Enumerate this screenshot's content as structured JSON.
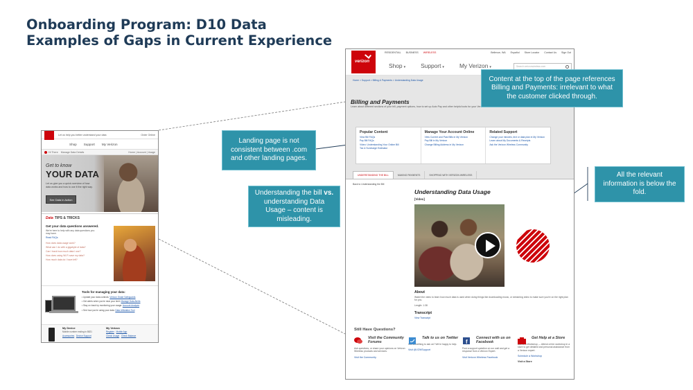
{
  "slide": {
    "title_line1": "Onboarding Program: D10 Data",
    "title_line2": "Examples of Gaps in Current Experience"
  },
  "callouts": {
    "top": "Content at the top of the page references Billing and Payments: irrelevant to what the customer clicked through.",
    "landing": "Landing page is not consistent between .com and other landing pages.",
    "bill_part1": "Understanding the bill ",
    "bill_vs": "vs.",
    "bill_part2": " understanding Data Usage – content is misleading.",
    "fold": "All the relevant information is below the fold."
  },
  "mini_page": {
    "top_text": "Let us help you better understand your data",
    "top_right": "Order Online",
    "nav": [
      "Shop",
      "Support",
      "My Verizon"
    ],
    "crumb_left": "Hi There",
    "crumb_sub": "Manage Data Details",
    "crumb_right": "Home | Account | Usage",
    "hero_kicker": "Get to know",
    "hero_title": "YOUR DATA",
    "hero_text": "Let us give you a quick overview of how data works and how to use it the right way.",
    "hero_button": "See Data in Action",
    "tips_italic": "Data",
    "tips_label": "TIPS & TRICKS",
    "q_heading": "Get your data questions answered.",
    "q_text": "We're here to help with any data questions you may have.",
    "q_link": "Read FAQs",
    "faqs": [
      "How does data usage work?",
      "What can I do with a gigabyte of data?",
      "Can I track how much data I use?",
      "How does using Wi-Fi save my data?",
      "How much data do I have left?"
    ],
    "tools_heading": "Tools for managing your data:",
    "tools": [
      {
        "text": "Update your data controls: ",
        "link": "Verizon Smart Safeguards"
      },
      {
        "text": "Get alerts when you're near your limit: ",
        "link": "Manage Data Alerts"
      },
      {
        "text": "Stay on track by monitoring your usage: ",
        "link": "Account Analysis"
      },
      {
        "text": "See how you're using your data: ",
        "link": "Data Utilization Tool"
      }
    ],
    "device_heading": "My Device",
    "device_text": "Mobile number ending in 8821",
    "device_links": [
      "Accessories",
      "Device Support"
    ],
    "verizon_heading": "My Verizon",
    "verizon_links": [
      "Register",
      "Check Usage",
      "Mobile App",
      "Check Balance"
    ]
  },
  "big_page": {
    "top_links": [
      "RESIDENTIAL",
      "BUSINESS",
      "WIRELESS"
    ],
    "top_right": [
      "Bellevue, WA",
      "Español",
      "Store Locator",
      "Contact Us",
      "Sign Out"
    ],
    "logo_word": "verizon",
    "nav": [
      "Shop",
      "Support",
      "My Verizon"
    ],
    "search_placeholder": "Search verizonwireless.com",
    "breadcrumb": "Home > Support > Billing & Payments > Understanding Data Usage",
    "section_title": "Billing and Payments",
    "section_desc": "Learn about different sections of your bill, payment options, how to set up Auto Pay and other helpful tools for your Verizon Wireless account.",
    "popular_heading": "Popular Content",
    "popular": [
      "View Bill FAQs",
      "Pay Bill FAQs",
      "Video: Understanding Your Online Bill",
      "Tax & Surcharge Estimator"
    ],
    "manage_heading": "Manage Your Account Online",
    "manage": [
      "View Current and Past Bills in My Verizon",
      "Pay Bill in My Verizon",
      "Change Billing Address in My Verizon"
    ],
    "related_heading": "Related Support",
    "related": [
      "Change your minutes, text or data plan in My Verizon",
      "Learn about My Documents & Receipts",
      "Ask the Verizon Wireless Community"
    ],
    "tabs": [
      "UNDERSTANDING THE BILL",
      "MAKING PAYMENTS",
      "SHOPPING WITH VERIZON WIRELESS"
    ],
    "back_link": "Back to Understanding the Bill",
    "content_title": "Understanding Data Usage",
    "content_sub": "[Video]",
    "about_heading": "About",
    "about_text": "Watch the video to learn how much data is used when doing things like downloading music, or streaming video to make sure you're on the right plan for you.",
    "length": "Length: 1:38",
    "transcript_heading": "Transcript",
    "transcript_link": "View Transcript",
    "still_heading": "Still Have Questions?",
    "help": [
      {
        "title": "Visit the Community Forums",
        "desc": "Ask questions, or share your opinions on Verizon Wireless products and services.",
        "link": "Visit the Community"
      },
      {
        "title": "Talk to us on Twitter",
        "desc": "Got something to ask us? We're happy to help.",
        "link": "Visit @VZWSupport"
      },
      {
        "title": "Connect with us on Facebook",
        "desc": "Post a support question on our wall and get a response from a Verizon Expert.",
        "link": "Visit Verizon Wireless Facebook"
      },
      {
        "title": "Get Help at a Store",
        "desc": "Attend a Workshop — Attend a free workshop in a store to get detailed and personal assistance from a Verizon expert.",
        "link": "Schedule a Workshop",
        "link2": "Visit a Store"
      }
    ]
  }
}
